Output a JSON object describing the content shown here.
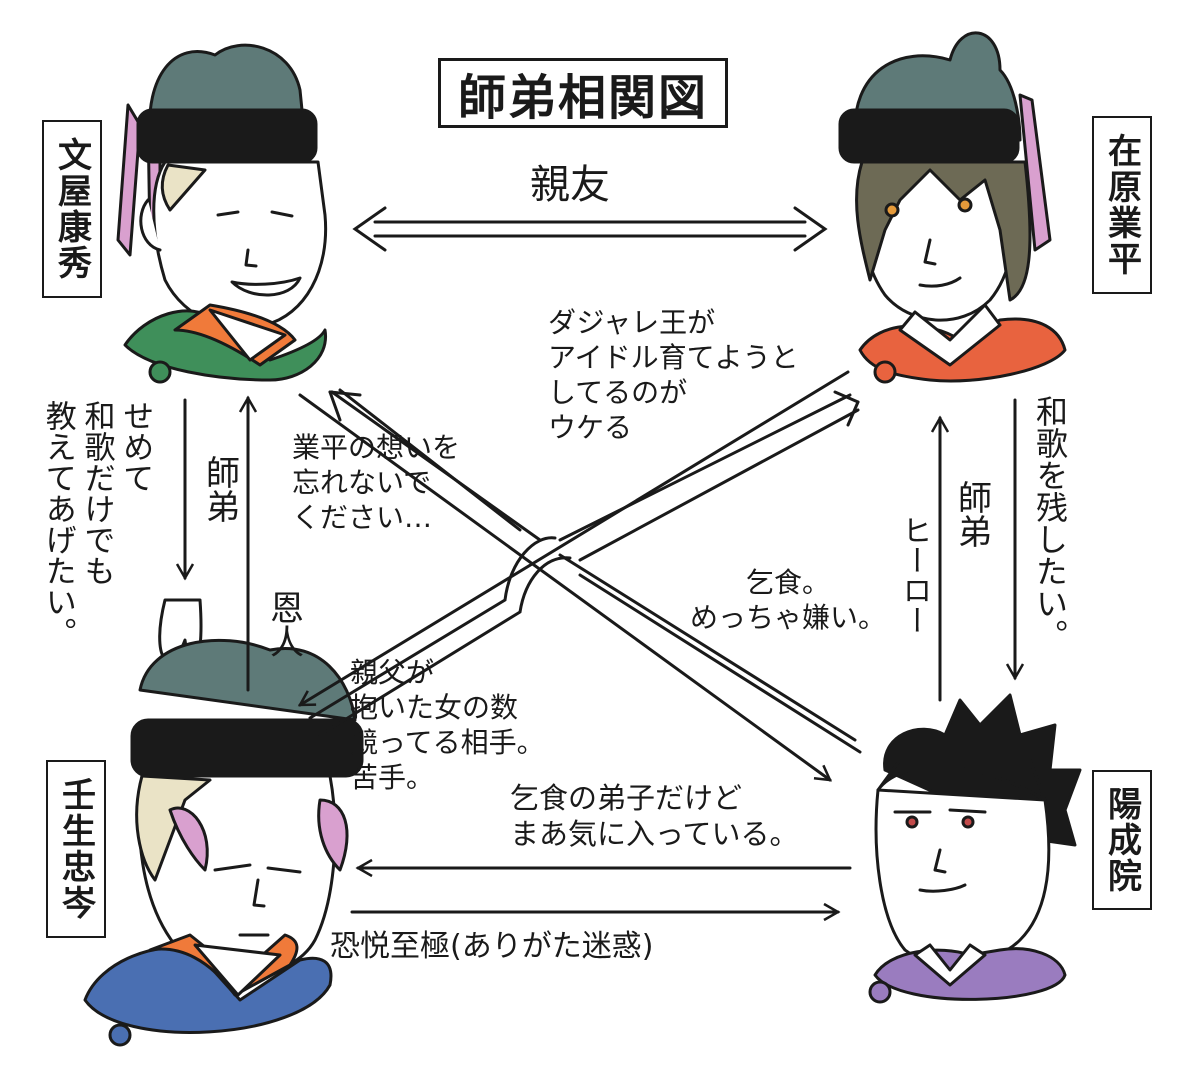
{
  "title": "師弟相関図",
  "people": {
    "top_left": "文屋康秀",
    "top_right": "在原業平",
    "bottom_left": "壬生忠岑",
    "bottom_right": "陽成院"
  },
  "relations": {
    "top": "親友",
    "left_down": "師弟",
    "left_up": "恩人",
    "left_outer": "せめて\n和歌だけでも\n教えてあげたい。",
    "right_down": "和歌を残したい。",
    "right_up_1": "師弟",
    "right_up_2": "ヒーロー",
    "center_top_right": "ダジャレ王が\nアイドル育てようと\nしてるのが\nウケる",
    "center_left": "業平の想いを\n忘れないで\nください…",
    "center_right": "乞食。\nめっちゃ嫌い。",
    "center_bottom": "親父が\n抱いた女の数\n競ってる相手。\n苦手。",
    "bottom_top": "乞食の弟子だけど\nまあ気に入っている。",
    "bottom_bottom": "恐悦至極(ありがた迷惑)"
  },
  "colors": {
    "cap": "#5e7a78",
    "band": "#1a1a1a",
    "ribbon": "#d9a0cf",
    "orange": "#f07a3a",
    "green_collar": "#3f8f5a",
    "red_collar": "#e8633f",
    "blue_collar": "#4a6fb2",
    "purple_collar": "#9a7cbf",
    "skin": "#ffffff",
    "hair_light": "#eae3c6",
    "hair_brown": "#6d6a55",
    "hair_black": "#1a1a1a"
  }
}
